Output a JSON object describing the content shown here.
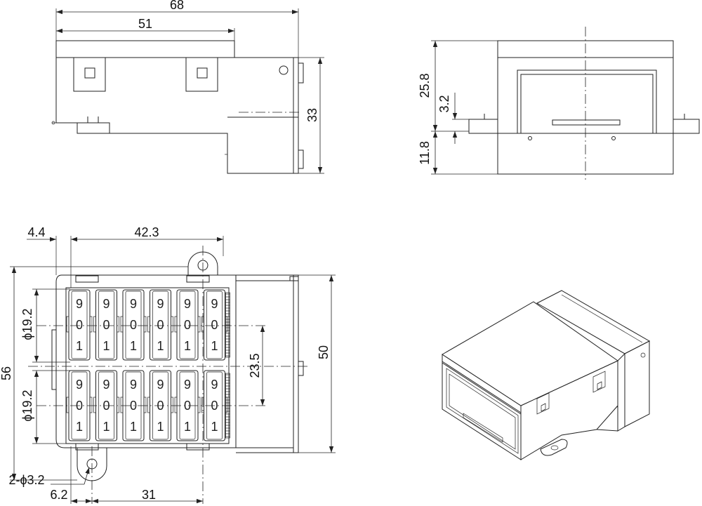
{
  "dimensions": {
    "overall_width": "68",
    "body_width": "51",
    "front_height": "33",
    "side_total": "25.8",
    "side_step": "3.2",
    "side_base": "11.8",
    "mount_offset": "4.4",
    "mount_span": "42.3",
    "overall_height": "56",
    "wheel_dia_top": "ϕ19.2",
    "wheel_dia_bottom": "ϕ19.2",
    "row_pitch": "23.5",
    "body_height": "50",
    "hole_spec": "2-ϕ3.2",
    "hole_offset": "6.2",
    "hole_pitch": "31"
  },
  "counter": {
    "columns": 6,
    "digits_top": [
      "9",
      "0",
      "1"
    ],
    "digits_bottom": [
      "9",
      "0",
      "1"
    ]
  },
  "colors": {
    "line": "#222222",
    "background": "#ffffff"
  }
}
